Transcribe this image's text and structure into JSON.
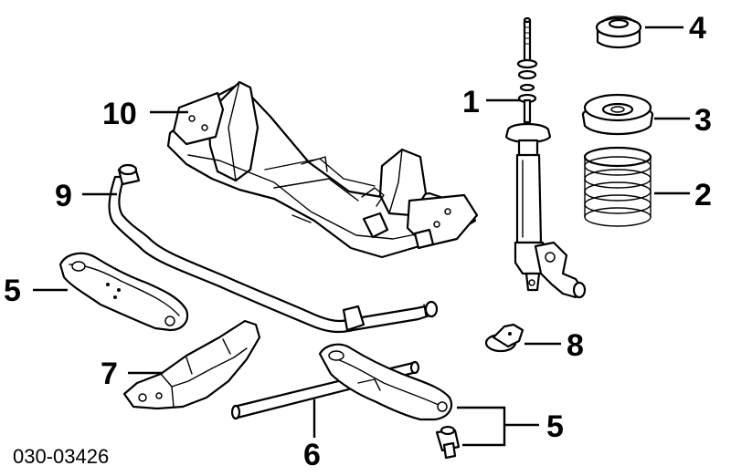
{
  "diagram": {
    "part_code": "030-03426",
    "callouts": {
      "c1": "1",
      "c2": "2",
      "c3": "3",
      "c4": "4",
      "c5a": "5",
      "c5b": "5",
      "c6": "6",
      "c7": "7",
      "c8": "8",
      "c9": "9",
      "c10": "10"
    }
  }
}
